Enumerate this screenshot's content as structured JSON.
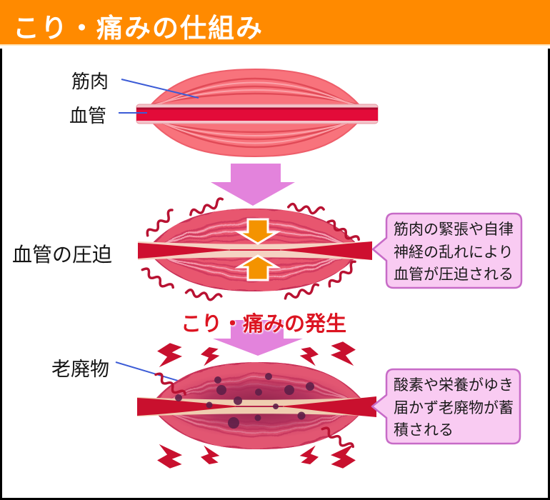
{
  "header": {
    "title": "こり・痛みの仕組み"
  },
  "stage1": {
    "muscle_label": "筋肉",
    "vessel_label": "血管"
  },
  "stage2": {
    "label": "血管の圧迫",
    "callout": "筋肉の緊張や自律\n神経の乱れにより\n血管が圧迫される"
  },
  "transition": {
    "pain_label": "こり・痛みの発生"
  },
  "stage3": {
    "label": "老廃物",
    "callout": "酸素や栄養がゆき\n届かず老廃物が蓄\n積される"
  },
  "colors": {
    "header_bg": "#FF8A00",
    "muscle_pink": "#F8737C",
    "muscle_rose": "#E8566F",
    "vessel_red": "#E30B39",
    "flow_arrow_pink": "#E383DC",
    "compress_arrow_orange": "#F49300",
    "tension_red": "#C8102E",
    "callout_bg": "#F9CBF2",
    "callout_border": "#C76BC7",
    "pain_text_red": "#DC1421",
    "leader_line_blue": "#3B5BD6"
  }
}
